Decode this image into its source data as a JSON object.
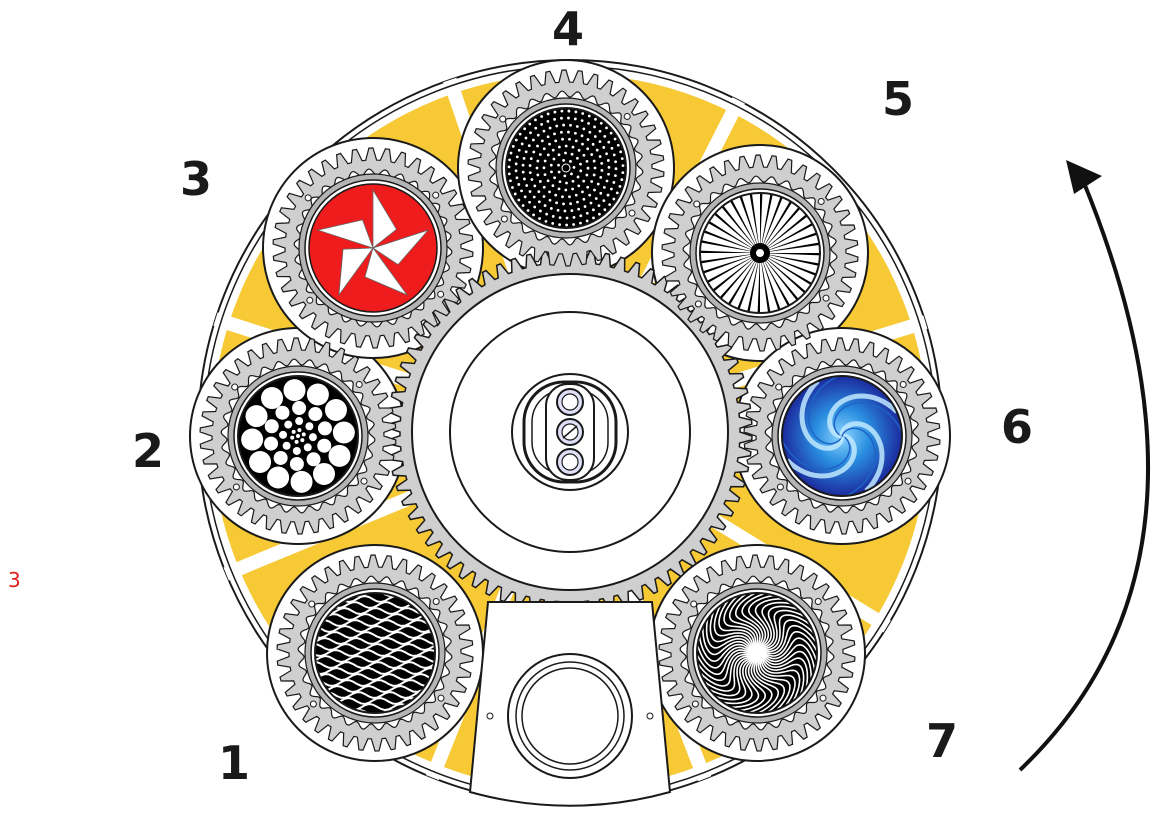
{
  "side_note": {
    "text": "3",
    "color": "#e0201c"
  },
  "slot_numbers": [
    "1",
    "2",
    "3",
    "4",
    "5",
    "6",
    "7"
  ],
  "colors": {
    "yellow": "#f6c935",
    "gear": "#cfcfcf",
    "gear_dark": "#b4b4b4",
    "outline": "#1a1a1a",
    "red": "#ee1c1c",
    "blue": "#1d63c8",
    "arrow": "#111111"
  },
  "gobos": [
    {
      "slot": "1",
      "pattern": "wavy-lines"
    },
    {
      "slot": "2",
      "pattern": "dots"
    },
    {
      "slot": "3",
      "pattern": "red-pinwheel"
    },
    {
      "slot": "4",
      "pattern": "star-field"
    },
    {
      "slot": "5",
      "pattern": "radial-spokes"
    },
    {
      "slot": "6",
      "pattern": "blue-swirl"
    },
    {
      "slot": "7",
      "pattern": "radial-swirl"
    }
  ],
  "rotation_direction": "counter-clockwise"
}
